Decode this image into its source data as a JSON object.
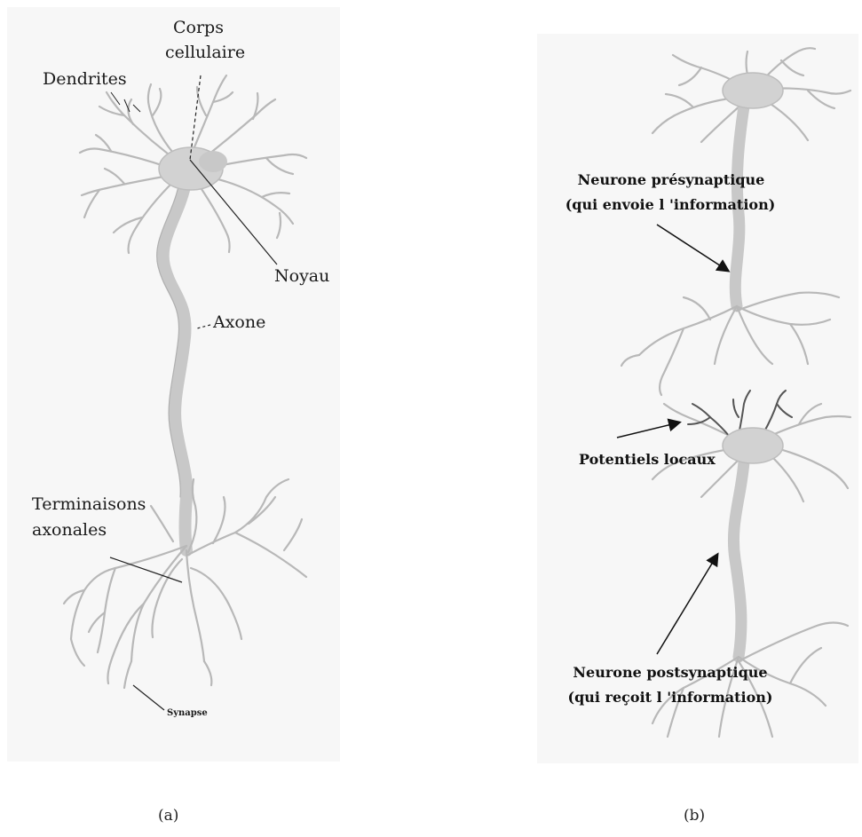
{
  "panel_a": {
    "labels": {
      "dendrites": "Dendrites",
      "corps_line1": "Corps",
      "corps_line2": "cellulaire",
      "noyau": "Noyau",
      "axone": "Axone",
      "terminaisons_line1": "Terminaisons",
      "terminaisons_line2": "axonales",
      "synapse": "Synapse"
    },
    "caption": "(a)"
  },
  "panel_b": {
    "labels": {
      "presyn_line1": "Neurone présynaptique",
      "presyn_line2": "(qui envoie l 'information)",
      "potentiels": "Potentiels locaux",
      "postsyn_line1": "Neurone postsynaptique",
      "postsyn_line2": "(qui reçoit l 'information)"
    },
    "caption": "(b)"
  },
  "colors": {
    "neuron_fill": "#d4d4d4",
    "neuron_stroke": "#b4b4b4",
    "dark_dendrite": "#505050",
    "leader_line": "#222222"
  }
}
